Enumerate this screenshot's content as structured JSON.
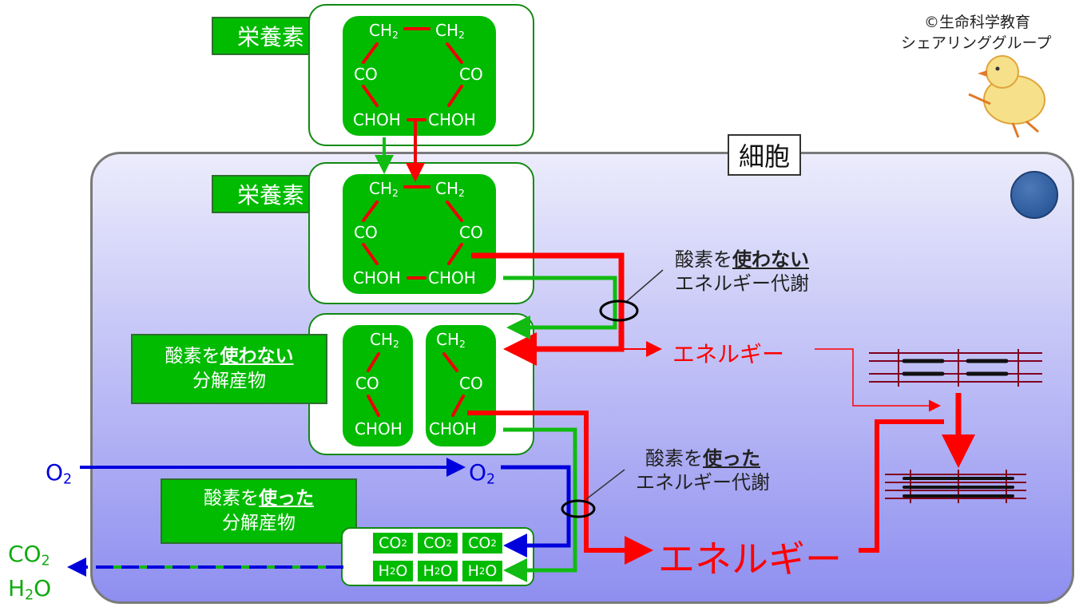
{
  "copyright": {
    "line1": "©生命科学教育",
    "line2": "シェアリンググループ"
  },
  "cell_label": "細胞",
  "nutrient_label": "栄養素",
  "molecule": {
    "ch": "CH",
    "co": "CO",
    "choh": "CHOH",
    "sub2": "2"
  },
  "anaerobic_product": {
    "line1_a": "酸素を",
    "line1_b": "使わない",
    "line2": "分解産物"
  },
  "aerobic_product": {
    "line1_a": "酸素を",
    "line1_b": "使った",
    "line2": "分解産物"
  },
  "anaerobic_metabolism": {
    "line1_a": "酸素を",
    "line1_b": "使わない",
    "line2": "エネルギー代謝"
  },
  "aerobic_metabolism": {
    "line1_a": "酸素を",
    "line1_b": "使った",
    "line2": "エネルギー代謝"
  },
  "energy": "エネルギー",
  "oxygen": {
    "o": "O",
    "sub": "2"
  },
  "co2": {
    "c": "CO",
    "sub": "2"
  },
  "h2o": {
    "h": "H",
    "sub": "2",
    "o": "O"
  },
  "colors": {
    "nutrient_green": "#00bb00",
    "energy_red": "#ff0000",
    "oxygen_blue": "#0000dd",
    "muscle": "#800020"
  }
}
